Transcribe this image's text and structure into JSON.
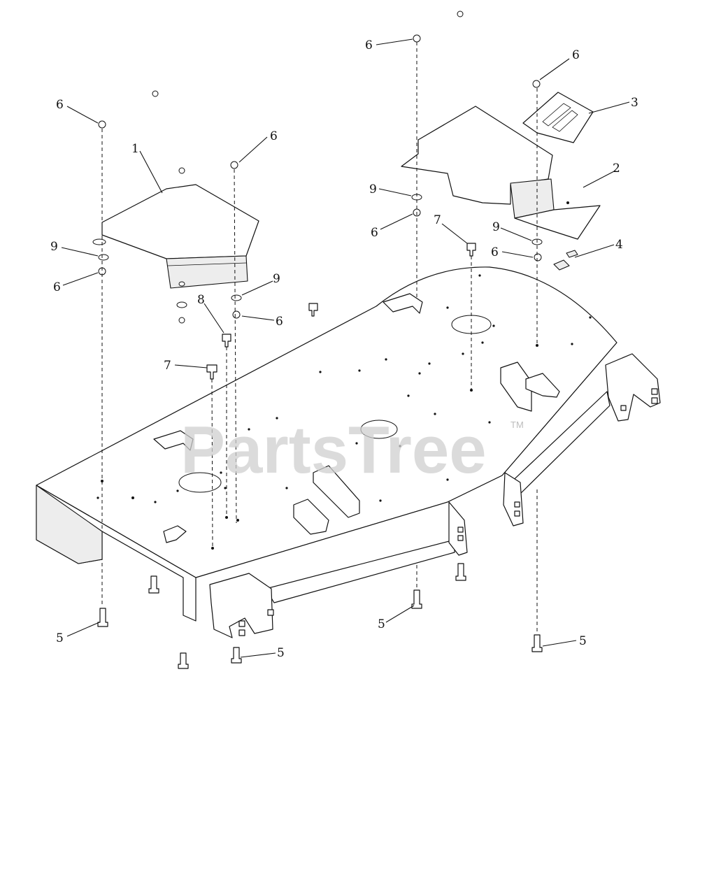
{
  "watermark": {
    "brand": "PartsTree",
    "trademark": "TM"
  },
  "callouts": [
    {
      "id": "c-1",
      "label": "1"
    },
    {
      "id": "c-2",
      "label": "2"
    },
    {
      "id": "c-3",
      "label": "3"
    },
    {
      "id": "c-4",
      "label": "4"
    },
    {
      "id": "c-5a",
      "label": "5"
    },
    {
      "id": "c-5b",
      "label": "5"
    },
    {
      "id": "c-5c",
      "label": "5"
    },
    {
      "id": "c-5d",
      "label": "5"
    },
    {
      "id": "c-6a",
      "label": "6"
    },
    {
      "id": "c-6b",
      "label": "6"
    },
    {
      "id": "c-6c",
      "label": "6"
    },
    {
      "id": "c-6d",
      "label": "6"
    },
    {
      "id": "c-6e",
      "label": "6"
    },
    {
      "id": "c-6f",
      "label": "6"
    },
    {
      "id": "c-6g",
      "label": "6"
    },
    {
      "id": "c-6h",
      "label": "6"
    },
    {
      "id": "c-7a",
      "label": "7"
    },
    {
      "id": "c-7b",
      "label": "7"
    },
    {
      "id": "c-8",
      "label": "8"
    },
    {
      "id": "c-9a",
      "label": "9"
    },
    {
      "id": "c-9b",
      "label": "9"
    },
    {
      "id": "c-9c",
      "label": "9"
    },
    {
      "id": "c-9d",
      "label": "9"
    }
  ]
}
